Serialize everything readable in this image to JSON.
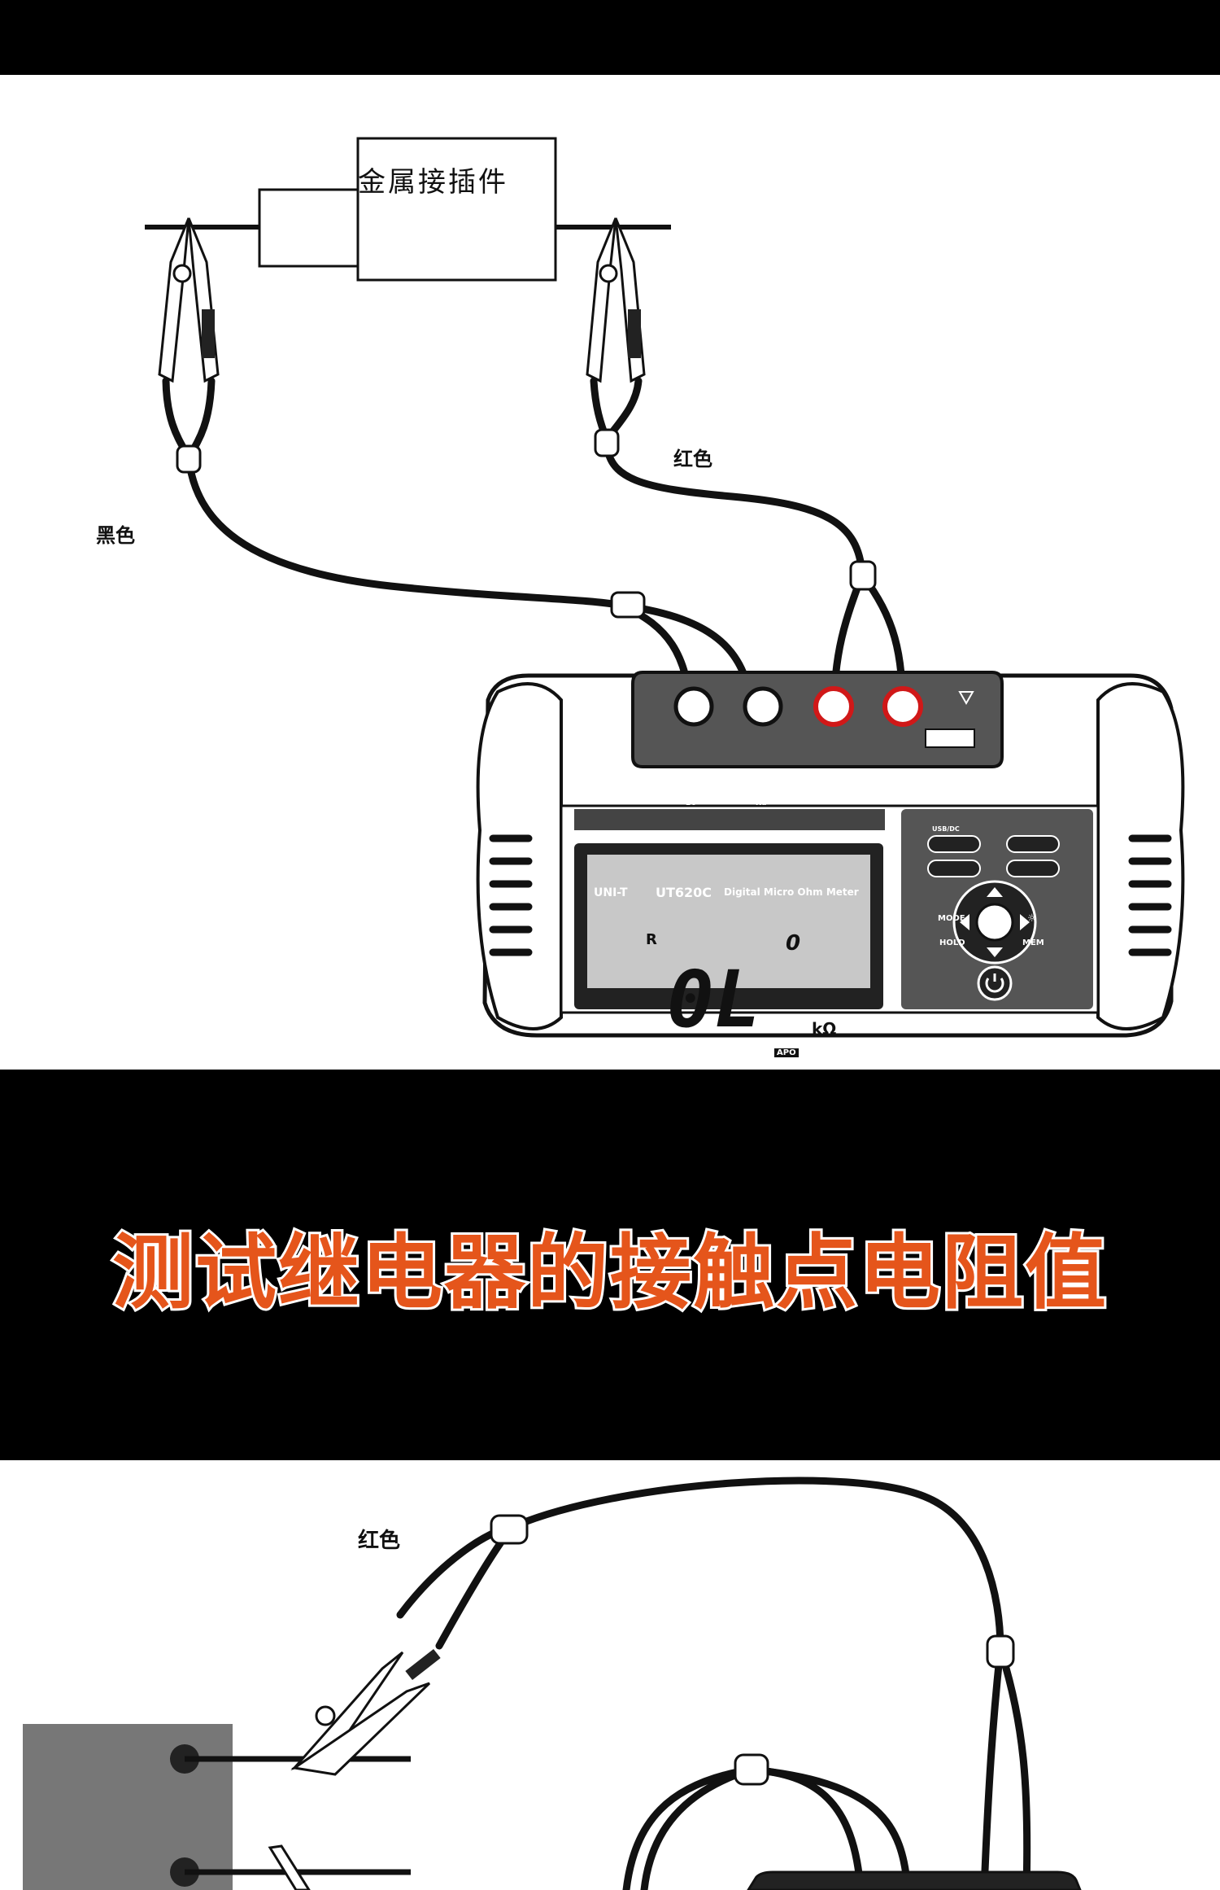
{
  "top_diagram": {
    "connector_label": "金属接插件",
    "black_lead_label": "黑色",
    "red_lead_label": "红色",
    "meter": {
      "brand": "UNI-T",
      "model": "UT620C",
      "description": "Digital Micro Ohm Meter",
      "display_range_marker": "R",
      "display_digit": "0",
      "display_value": "0L",
      "display_unit": "kΩ",
      "apo_badge": "APO",
      "buttons": [
        "MODE",
        "☼",
        "HOLD",
        "MEM"
      ],
      "ports": [
        "EO",
        "Rd"
      ],
      "usb_label": "USB/DC"
    }
  },
  "headline": "测试继电器的接触点电阻值",
  "bottom_diagram": {
    "red_lead_label": "红色"
  }
}
